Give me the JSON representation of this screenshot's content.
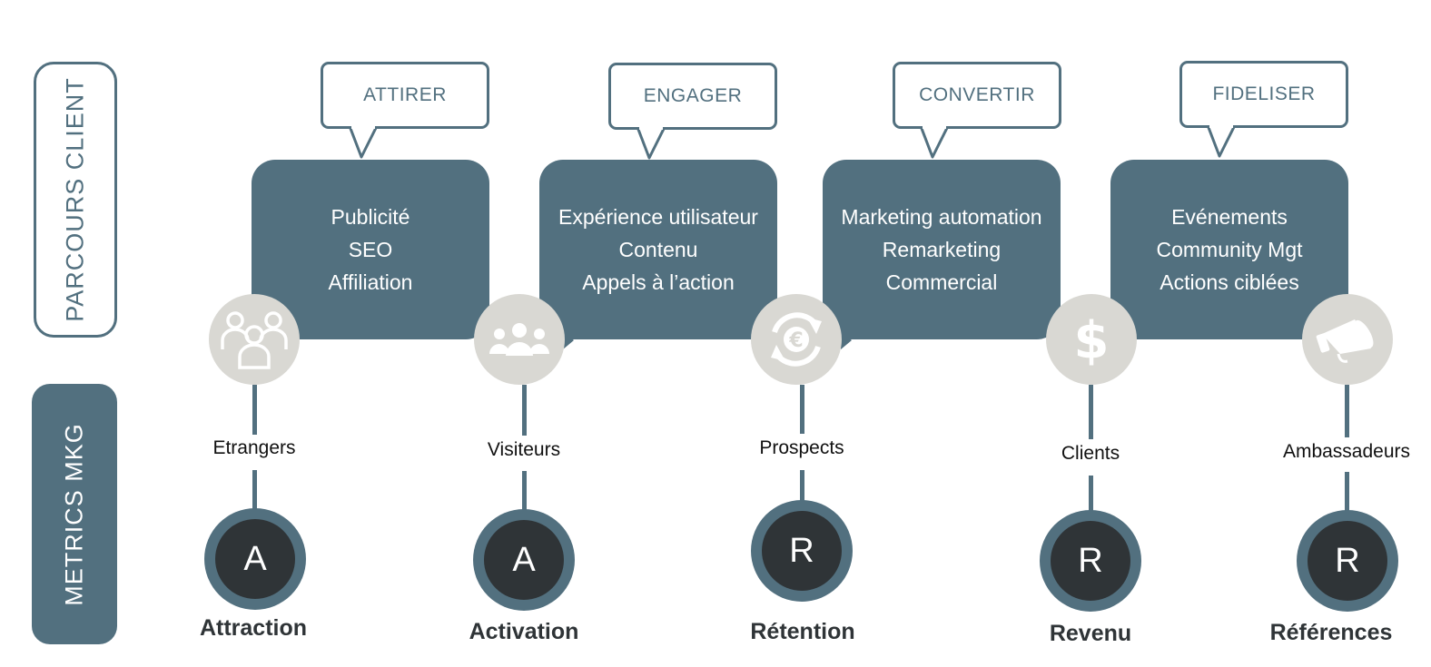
{
  "side_labels": {
    "journey": "PARCOURS CLIENT",
    "metrics": "METRICS MKG"
  },
  "colors": {
    "slate": "#52707f",
    "icon_grey": "#d9d8d3",
    "dark": "#2f3437"
  },
  "stages": [
    {
      "callout": "ATTIRER",
      "lines": [
        "Publicité",
        "SEO",
        "Affiliation"
      ]
    },
    {
      "callout": "ENGAGER",
      "lines": [
        "Expérience utilisateur",
        "Contenu",
        "Appels à l’action"
      ]
    },
    {
      "callout": "CONVERTIR",
      "lines": [
        "Marketing automation",
        "Remarketing",
        "Commercial"
      ]
    },
    {
      "callout": "FIDELISER",
      "lines": [
        "Evénements",
        "Community Mgt",
        "Actions ciblées"
      ]
    }
  ],
  "funnel": [
    {
      "icon": "group-icon",
      "persona": "Etrangers",
      "letter": "A",
      "metric": "Attraction"
    },
    {
      "icon": "audience-icon",
      "persona": "Visiteurs",
      "letter": "A",
      "metric": "Activation"
    },
    {
      "icon": "euro-cycle-icon",
      "persona": "Prospects",
      "letter": "R",
      "metric": "Rétention"
    },
    {
      "icon": "dollar-icon",
      "persona": "Clients",
      "letter": "R",
      "metric": "Revenu"
    },
    {
      "icon": "megaphone-icon",
      "persona": "Ambassadeurs",
      "letter": "R",
      "metric": "Références"
    }
  ]
}
